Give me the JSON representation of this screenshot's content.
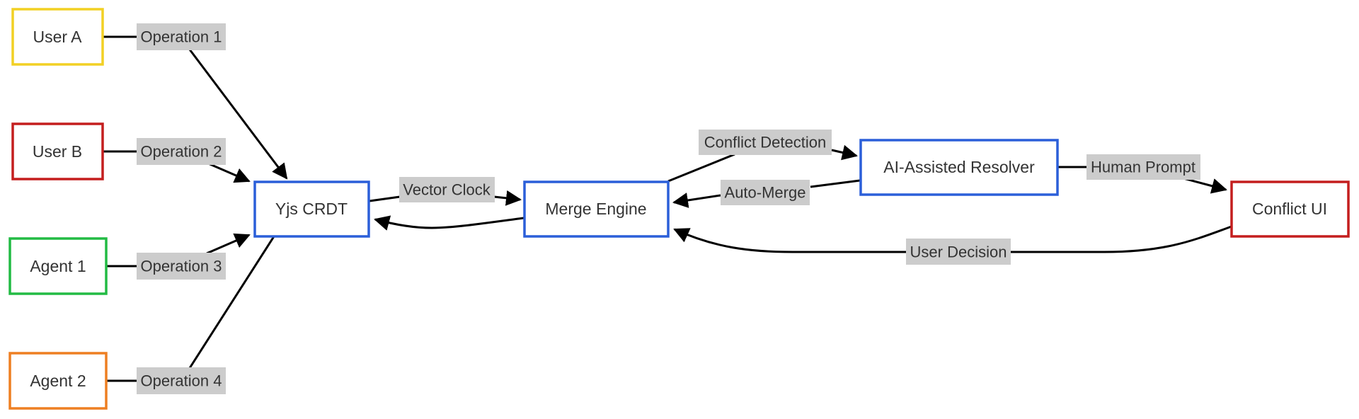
{
  "colors": {
    "yellow": "#f2d024",
    "red": "#c41e1e",
    "green": "#22bb44",
    "orange": "#ee7f22",
    "blue": "#2b5fd9",
    "label_bg": "#cccccc",
    "edge": "#000000"
  },
  "nodes": {
    "user_a": "User A",
    "user_b": "User B",
    "agent_1": "Agent 1",
    "agent_2": "Agent 2",
    "yjs": "Yjs CRDT",
    "merge": "Merge Engine",
    "resolver": "AI-Assisted Resolver",
    "conflict_ui": "Conflict UI"
  },
  "edges": {
    "op1": "Operation 1",
    "op2": "Operation 2",
    "op3": "Operation 3",
    "op4": "Operation 4",
    "vector_clock": "Vector Clock",
    "conflict_detection": "Conflict Detection",
    "auto_merge": "Auto-Merge",
    "human_prompt": "Human Prompt",
    "user_decision": "User Decision"
  }
}
